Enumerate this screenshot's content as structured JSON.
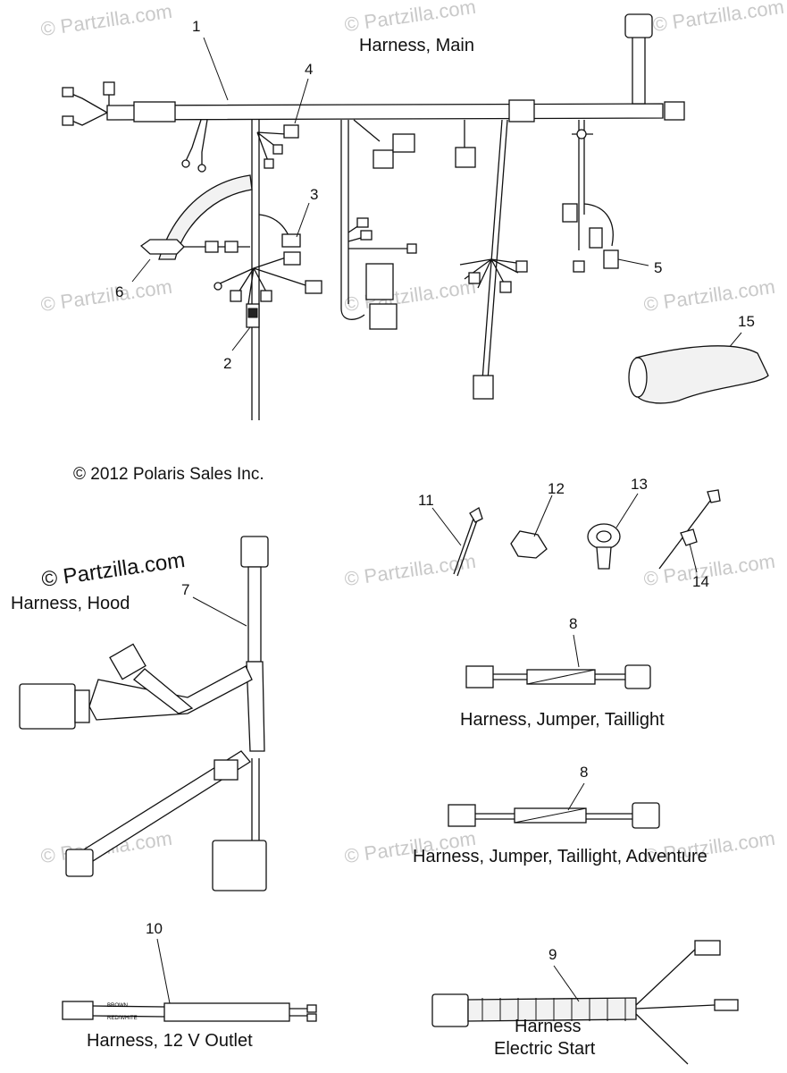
{
  "watermark": "© Partzilla.com",
  "copyright": "© 2012 Polaris Sales Inc.",
  "titles": {
    "main": "Harness, Main",
    "hood": "Harness, Hood",
    "jumper_taillight": "Harness, Jumper, Taillight",
    "jumper_taillight_adventure": "Harness, Jumper, Taillight, Adventure",
    "outlet": "Harness, 12 V Outlet",
    "electric_start_1": "Harness",
    "electric_start_2": "Electric Start"
  },
  "callouts": {
    "c1": "1",
    "c2": "2",
    "c3": "3",
    "c4": "4",
    "c5": "5",
    "c6": "6",
    "c7": "7",
    "c8a": "8",
    "c8b": "8",
    "c9": "9",
    "c10": "10",
    "c11": "11",
    "c12": "12",
    "c13": "13",
    "c14": "14",
    "c15": "15"
  },
  "wire_labels": {
    "brown": "BROWN",
    "red_white": "RED/WHITE"
  }
}
